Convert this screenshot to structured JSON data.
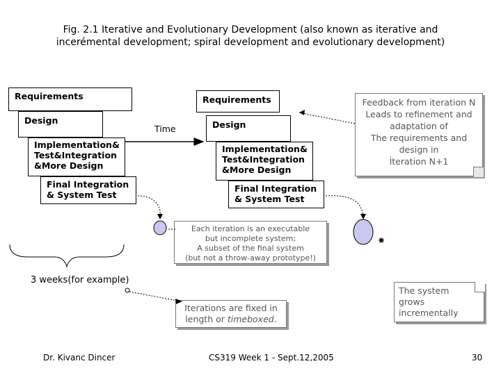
{
  "title": {
    "line1": "Fig. 2.1 Iterative and Evolutionary Development (also known as iterative and",
    "line2": "incerémental development; spiral development and evolutionary development)"
  },
  "left_stack": {
    "requirements": "Requirements",
    "design": "Design",
    "implementation": [
      "Implementation&",
      "Test&Integration",
      "&More Design"
    ],
    "final": [
      "Final Integration",
      "& System Test"
    ]
  },
  "right_stack": {
    "requirements": "Requirements",
    "design": "Design",
    "implementation": [
      "Implementation&",
      "Test&Integration",
      "&More Design"
    ],
    "final": [
      "Final Integration",
      "& System Test"
    ]
  },
  "time_label": "Time",
  "feedback_note": [
    "Feedback from iteration N",
    "Leads to refinement and",
    "adaptation of",
    "The requirements and",
    "design in",
    "İteration N+1"
  ],
  "iteration_note": [
    "Each iteration is an executable",
    "but incomplete system;",
    "A subset of the final system",
    "(but not a throw-away prototype!)"
  ],
  "weeks_label": "3 weeks(for example)",
  "timebox_note": {
    "line1": "Iterations are fixed in",
    "line2_prefix": "length or ",
    "line2_em": "timeboxed",
    "line2_suffix": "."
  },
  "grows_note": [
    "The system",
    "grows",
    "incrementally"
  ],
  "footer": {
    "author": "Dr. Kivanc Dincer",
    "course": "CS319 Week 1 - Sept.12,2005",
    "page": "30"
  },
  "colors": {
    "circle_fill": "#c8c8f0",
    "note_text": "#555555"
  }
}
